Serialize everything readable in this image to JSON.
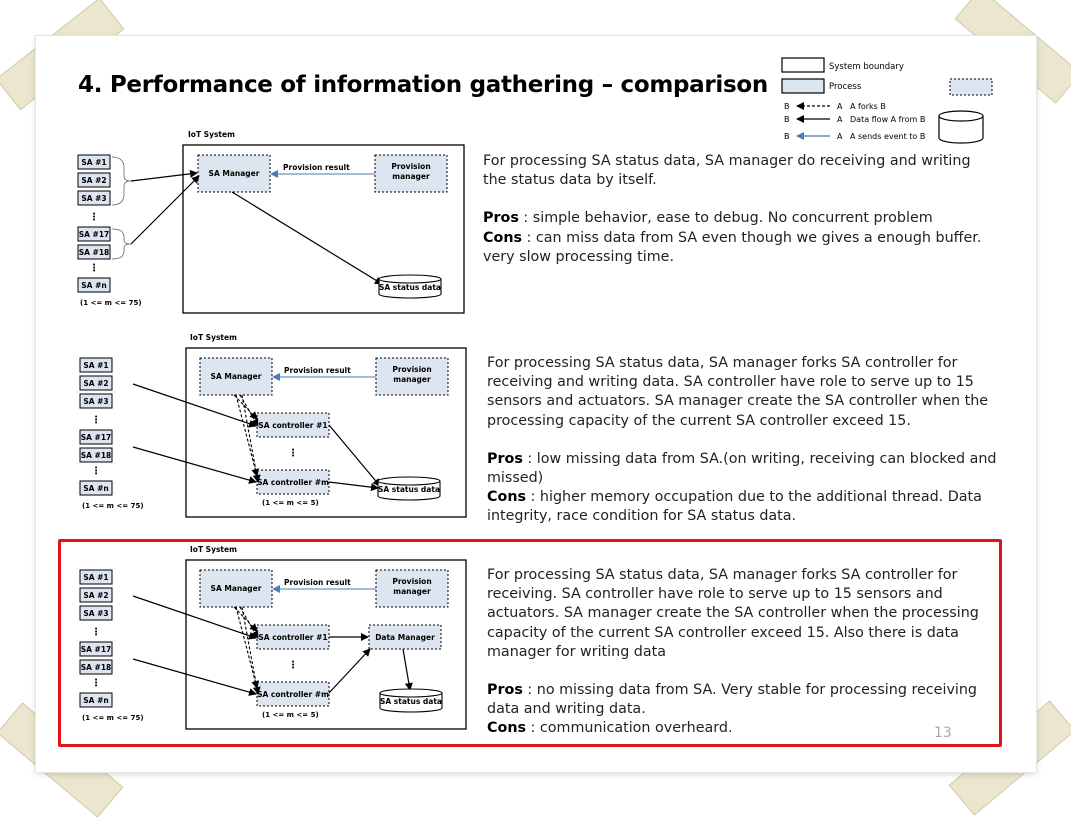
{
  "title": "4. Performance of information gathering – comparison",
  "page_number": "13",
  "legend": {
    "system_boundary": "System boundary",
    "process": "Process",
    "fork_b": "B",
    "fork_a": "A",
    "fork_label": "A forks B",
    "flow_b": "B",
    "flow_a": "A",
    "flow_label": "Data flow A from B",
    "event_b": "B",
    "event_a": "A",
    "event_label": "A sends event to B"
  },
  "diagrams": [
    {
      "system_label": "IoT System",
      "sa_items": [
        "SA #1",
        "SA #2",
        "SA #3",
        "SA #17",
        "SA #18",
        "SA #n"
      ],
      "range_label": "(1 <= m <= 75)",
      "sa_manager": "SA Manager",
      "provision_result": "Provision result",
      "provision_manager": "Provision manager",
      "status_store": "SA status data"
    },
    {
      "system_label": "IoT System",
      "sa_items": [
        "SA #1",
        "SA #2",
        "SA #3",
        "SA #17",
        "SA #18",
        "SA #n"
      ],
      "range_label": "(1 <= m <= 75)",
      "sa_manager": "SA Manager",
      "provision_result": "Provision result",
      "provision_manager": "Provision manager",
      "controller_1": "SA controller #1",
      "controller_m": "SA controller #m",
      "controller_range": "(1 <= m <= 5)",
      "status_store": "SA status data"
    },
    {
      "system_label": "IoT System",
      "sa_items": [
        "SA #1",
        "SA #2",
        "SA #3",
        "SA #17",
        "SA #18",
        "SA #n"
      ],
      "range_label": "(1 <= m <= 75)",
      "sa_manager": "SA Manager",
      "provision_result": "Provision result",
      "provision_manager": "Provision manager",
      "controller_1": "SA controller #1",
      "controller_m": "SA controller #m",
      "controller_range": "(1 <= m <= 5)",
      "data_manager": "Data Manager",
      "status_store": "SA status data"
    }
  ],
  "descriptions": [
    {
      "body": "For processing SA status data, SA manager do receiving and writing the status data by itself.",
      "pros_label": "Pros",
      "pros_text": " : simple behavior, ease to debug. No concurrent problem",
      "cons_label": "Cons",
      "cons_text": " : can miss data from SA even though we gives a enough buffer. very slow processing time."
    },
    {
      "body": "For processing SA status data, SA manager forks SA controller for receiving and writing data. SA controller have role to serve up to 15 sensors and actuators. SA manager create the SA controller when the processing capacity of the current SA controller exceed 15.",
      "pros_label": "Pros",
      "pros_text": " : low missing data from SA.(on writing, receiving can blocked and missed)",
      "cons_label": "Cons",
      "cons_text": " : higher memory occupation due to the additional thread. Data integrity, race condition for SA status data."
    },
    {
      "body": "For processing SA status data, SA manager forks SA controller for receiving. SA controller have role to serve up to 15 sensors and actuators. SA manager create the SA controller when the processing capacity of the current SA controller exceed 15. Also there is data manager for writing data",
      "pros_label": "Pros",
      "pros_text": " : no missing data from SA. Very stable for processing receiving data and writing data.",
      "cons_label": "Cons",
      "cons_text": " : communication overheard."
    }
  ],
  "colors": {
    "process_fill": "#dde5f1",
    "highlight": "#e2141b",
    "event_arrow": "#4a7bb7"
  }
}
